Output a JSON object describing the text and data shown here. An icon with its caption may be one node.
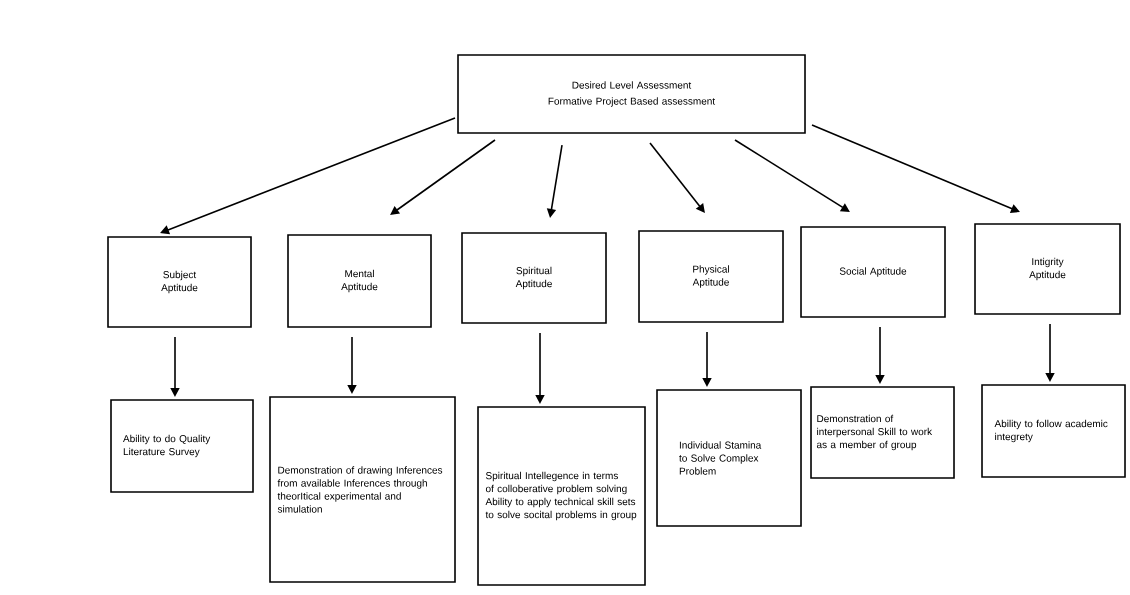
{
  "diagram": {
    "nodes": [
      {
        "text": [
          "Desired Level Assessment",
          "Formative Project Based assessment"
        ]
      },
      {
        "text": [
          "Subject Aptitude"
        ]
      },
      {
        "text": [
          "Mental Aptitude"
        ]
      },
      {
        "text": [
          "Spiritual Aptitude"
        ]
      },
      {
        "text": [
          "Physical Aptitude"
        ]
      },
      {
        "text": [
          "Social Aptitude"
        ]
      },
      {
        "text": [
          "Intigrity Aptitude"
        ]
      },
      {
        "text": [
          "Ability to do Quality Literature Survey"
        ]
      },
      {
        "text": [
          "Demonstration of drawing Inferences from available Inferences through theorItical experimental and simulation"
        ]
      },
      {
        "text": [
          "Spiritual Intellegence in terms of colloberative problem solving Ability to apply technical skill sets to solve socital problems in group"
        ]
      },
      {
        "text": [
          "Individual Stamina to Solve Complex Problem"
        ]
      },
      {
        "text": [
          "Demonstration of interpersonal Skill to work as a member of group"
        ]
      },
      {
        "text": [
          "Ability to follow academic integrety"
        ]
      }
    ],
    "edges": [
      {
        "from": 0,
        "to": 1,
        "arrow": "to"
      },
      {
        "from": 0,
        "to": 2,
        "arrow": "to"
      },
      {
        "from": 0,
        "to": 3,
        "arrow": "to"
      },
      {
        "from": 0,
        "to": 4,
        "arrow": "to"
      },
      {
        "from": 0,
        "to": 5,
        "arrow": "to"
      },
      {
        "from": 0,
        "to": 6,
        "arrow": "to"
      },
      {
        "from": 1,
        "to": 7,
        "arrow": "to"
      },
      {
        "from": 2,
        "to": 8,
        "arrow": "to"
      },
      {
        "from": 3,
        "to": 9,
        "arrow": "to"
      },
      {
        "from": 4,
        "to": 10,
        "arrow": "to"
      },
      {
        "from": 5,
        "to": 11,
        "arrow": "to"
      },
      {
        "from": 6,
        "to": 12,
        "arrow": "to"
      }
    ]
  }
}
